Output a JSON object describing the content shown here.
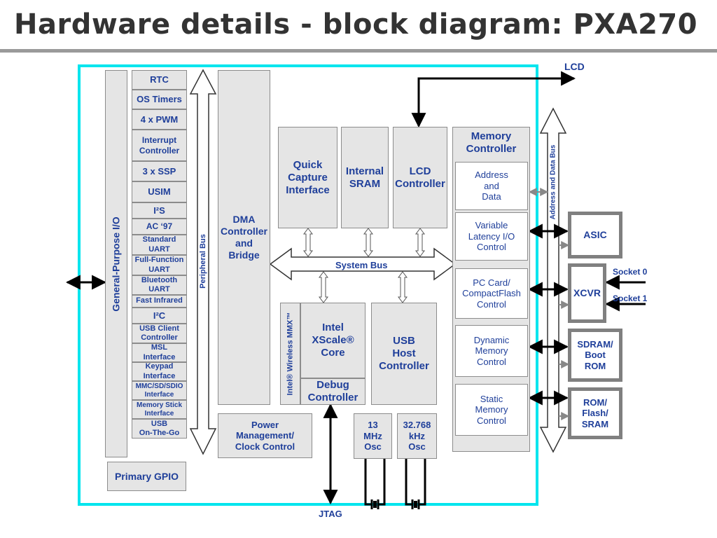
{
  "title": "Hardware details - block diagram: PXA270",
  "gpio_bar": "General-Purpose I/O",
  "peripherals": [
    "RTC",
    "OS Timers",
    "4 x PWM",
    "Interrupt\nController",
    "3 x SSP",
    "USIM",
    "I²S",
    "AC ‘97",
    "Standard\nUART",
    "Full-Function\nUART",
    "Bluetooth\nUART",
    "Fast Infrared",
    "I²C",
    "USB Client\nController",
    "MSL\nInterface",
    "Keypad\nInterface",
    "MMC/SD/SDIO\nInterface",
    "Memory Stick\nInterface",
    "USB\nOn-The-Go"
  ],
  "peripheral_bus": "Peripheral Bus",
  "dma": "DMA\nController\nand\nBridge",
  "power": "Power\nManagement/\nClock Control",
  "primary_gpio": "Primary GPIO",
  "quick_capture": "Quick\nCapture\nInterface",
  "internal_sram": "Internal\nSRAM",
  "lcd_controller": "LCD\nController",
  "system_bus": "System Bus",
  "wireless_mmx": "Intel® Wireless MMX™",
  "xscale": "Intel\nXScale®\nCore",
  "debug": "Debug\nController",
  "usb_host": "USB\nHost\nController",
  "osc13": "13\nMHz\nOsc",
  "osc32": "32.768\nkHz\nOsc",
  "memory_controller": "Memory\nController",
  "mem_sub": [
    "Address\nand\nData",
    "Variable\nLatency I/O\nControl",
    "PC Card/\nCompactFlash\nControl",
    "Dynamic\nMemory\nControl",
    "Static\nMemory\nControl"
  ],
  "addr_data_bus": "Address and Data Bus",
  "asic": "ASIC",
  "xcvr": "XCVR",
  "sdram": "SDRAM/\nBoot\nROM",
  "rom": "ROM/\nFlash/\nSRAM",
  "socket0": "Socket 0",
  "socket1": "Socket 1",
  "lcd_label": "LCD",
  "jtag": "JTAG"
}
